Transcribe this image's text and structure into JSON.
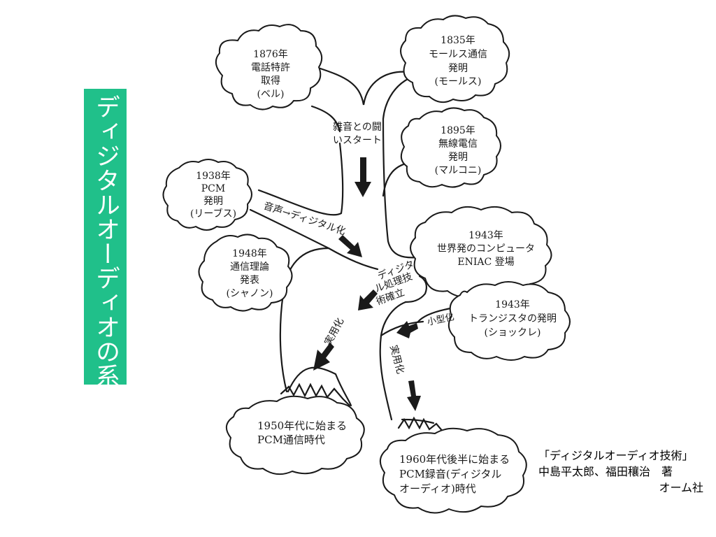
{
  "side_title": "ディジタルオーディオの系譜",
  "clouds": {
    "c1876": [
      "1876年",
      "電話特許",
      "取得",
      "(ベル)"
    ],
    "c1835": [
      "1835年",
      "モールス通信",
      "発明",
      "(モールス)"
    ],
    "c1895": [
      "1895年",
      "無線電信",
      "発明",
      "(マルコニ)"
    ],
    "c1938": [
      "1938年",
      "PCM",
      "発明",
      "(リーブス)"
    ],
    "c1948": [
      "1948年",
      "通信理論",
      "発表",
      "(シャノン)"
    ],
    "c1943a": [
      "1943年",
      "世界発のコンピュータ",
      "ENIAC 登場"
    ],
    "c1943b": [
      "1943年",
      "トランジスタの発明",
      "(ショックレ)"
    ],
    "c1950": [
      "1950年代に始まる",
      "PCM通信時代"
    ],
    "c1960": [
      "1960年代後半に始まる",
      "PCM録音(ディジタル",
      "オーディオ)時代"
    ]
  },
  "labels": {
    "noise_start": [
      "雑音との闘",
      "いスタート"
    ],
    "voice_digital": "音声→ディジタル化",
    "digital_processing": [
      "ディジタ",
      "ル処理技",
      "術確立"
    ],
    "miniaturization": "小型化",
    "practical_1": "実用化",
    "practical_2": "実用化"
  },
  "credit": {
    "book": "「ディジタルオーディオ技術」",
    "authors": "中島平太郎、福田穰治　著",
    "publisher": "オーム社"
  },
  "colors": {
    "accent": "#20c08a",
    "ink": "#1a1a1a"
  }
}
